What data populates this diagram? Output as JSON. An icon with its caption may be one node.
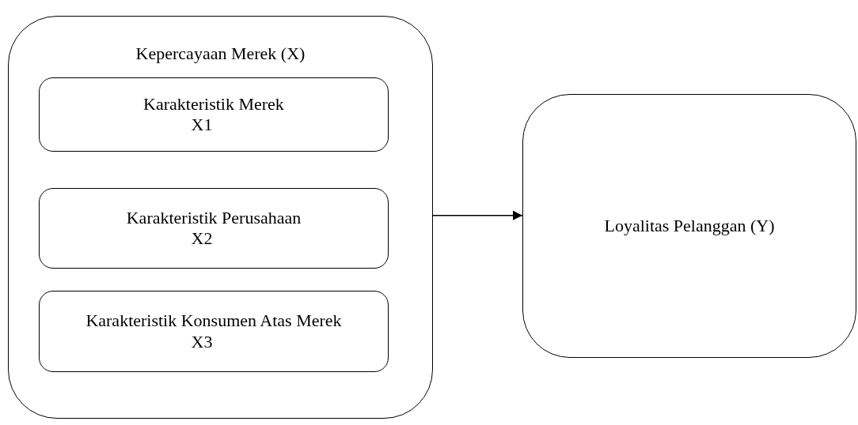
{
  "diagram": {
    "nodes": [
      {
        "text": [
          "Kepercayaan Merek (X)"
        ]
      },
      {
        "text": [
          "Karakteristik Merek",
          "X1"
        ],
        "in": 0
      },
      {
        "text": [
          "Karakteristik Perusahaan",
          "X2"
        ],
        "in": 0
      },
      {
        "text": [
          "Karakteristik Konsumen Atas Merek",
          "X3"
        ],
        "in": 0
      },
      {
        "text": [
          "Loyalitas Pelanggan (Y)"
        ]
      }
    ],
    "edges": [
      {
        "from": 0,
        "to": 4,
        "arrow": "to"
      }
    ]
  }
}
